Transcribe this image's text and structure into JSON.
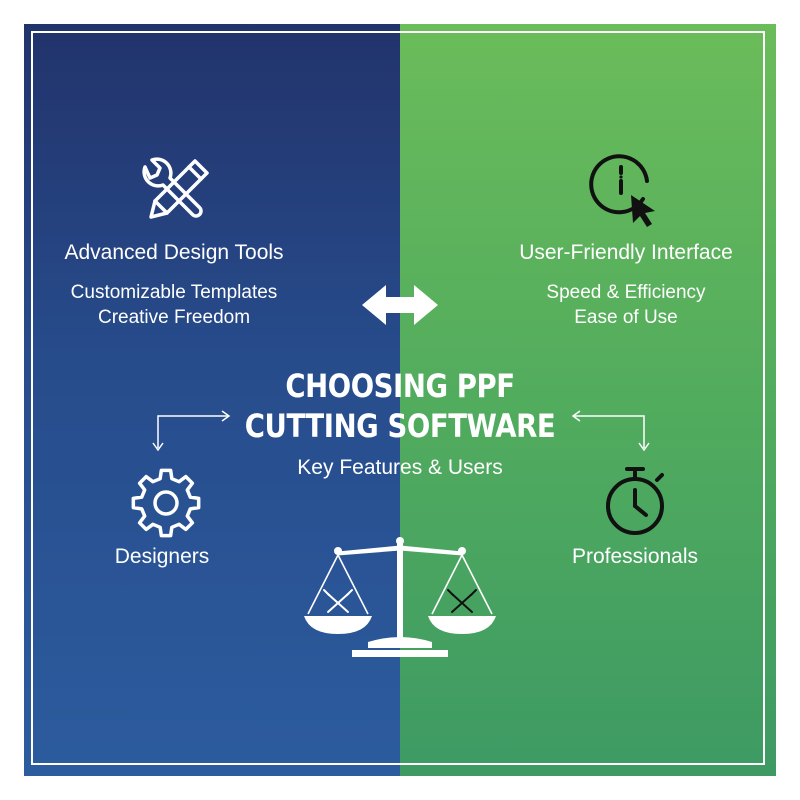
{
  "title": {
    "line1": "CHOOSING PPF",
    "line2": "CUTTING SOFTWARE",
    "subtitle": "Key Features & Users"
  },
  "left": {
    "heading": "Advanced Design Tools",
    "features": [
      "Customizable Templates",
      "Creative Freedom"
    ],
    "user": "Designers",
    "icons": {
      "feature": "wrench-pencil-icon",
      "user": "gear-icon"
    }
  },
  "right": {
    "heading": "User-Friendly Interface",
    "features": [
      "Speed & Efficiency",
      "Ease of Use"
    ],
    "user": "Professionals",
    "icons": {
      "feature": "clock-cursor-icon",
      "user": "stopwatch-icon"
    }
  },
  "center": {
    "icons": [
      "double-arrow-icon",
      "balance-scale-icon"
    ]
  },
  "colors": {
    "left_top": "#22336b",
    "left_bottom": "#2c5c9e",
    "right_top": "#6bbc5a",
    "right_bottom": "#3d9a63",
    "text": "#ffffff",
    "icon_dark": "#111111"
  }
}
